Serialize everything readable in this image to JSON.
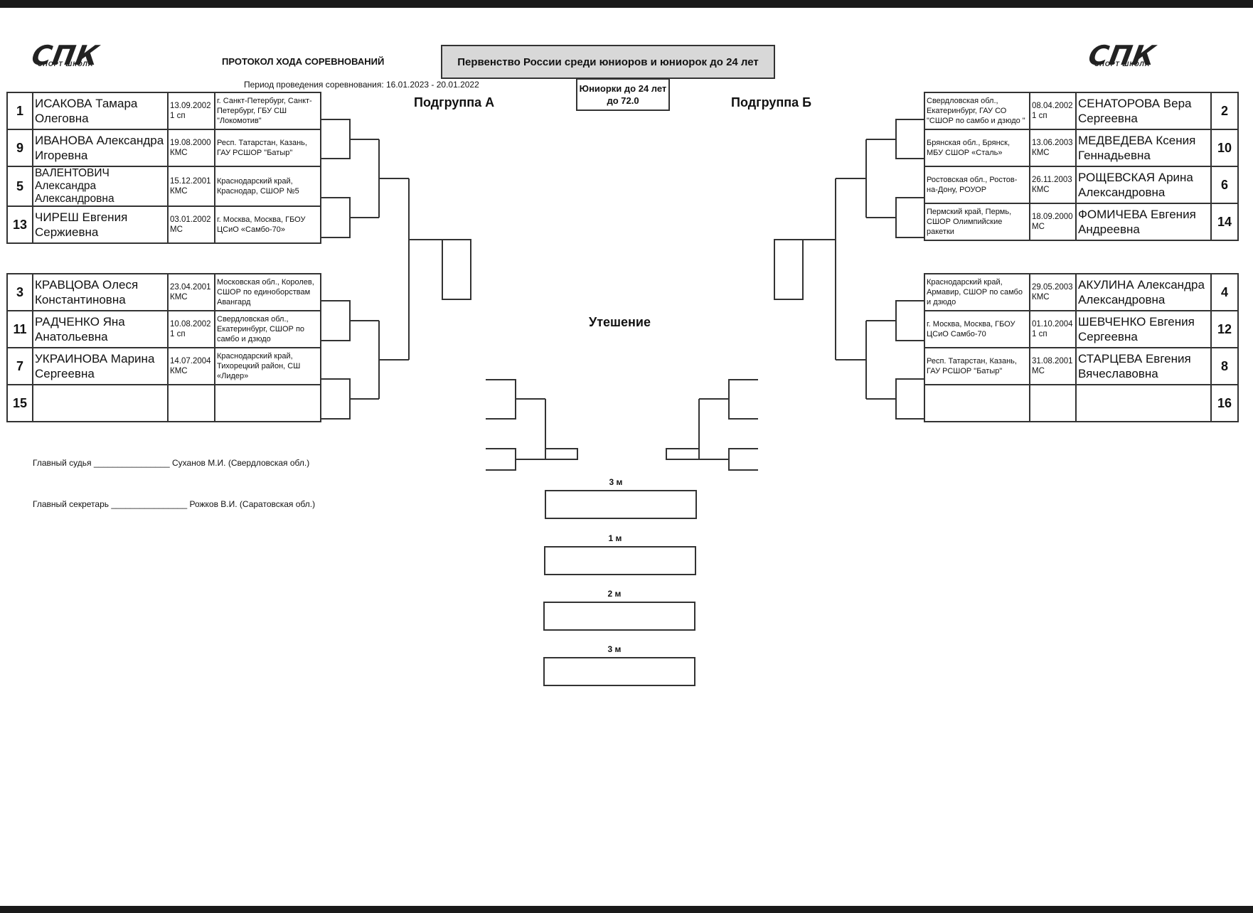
{
  "header": {
    "logo_text": "СПК",
    "logo_sub": "СПОРТ ШКОЛА",
    "protocol": "ПРОТОКОЛ ХОДА СОРЕВНОВАНИЙ",
    "title": "Первенство России среди юниоров и юниорок до 24 лет",
    "period": "Период проведения соревнования: 16.01.2023 - 20.01.2022",
    "category": "Юниорки до 24 лет до 72.0"
  },
  "subgroup_a": "Подгруппа А",
  "subgroup_b": "Подгруппа Б",
  "consolation": "Утешение",
  "group_a": [
    {
      "num": "1",
      "name": "ИСАКОВА Тамара Олеговна",
      "date": "13.09.2002",
      "rank": "1 сп",
      "club": "г. Санкт-Петербург, Санкт-Петербург, ГБУ СШ \"Локомотив\""
    },
    {
      "num": "9",
      "name": "ИВАНОВА Александра Игоревна",
      "date": "19.08.2000",
      "rank": "КМС",
      "club": "Респ. Татарстан, Казань, ГАУ РСШОР \"Батыр\""
    },
    {
      "num": "5",
      "name": "ВАЛЕНТОВИЧ Александра Александровна",
      "date": "15.12.2001",
      "rank": "КМС",
      "club": "Краснодарский край, Краснодар, СШОР №5"
    },
    {
      "num": "13",
      "name": "ЧИРЕШ Евгения Сержиевна",
      "date": "03.01.2002",
      "rank": "МС",
      "club": "г. Москва, Москва, ГБОУ ЦСиО «Самбо-70»"
    },
    {
      "num": "3",
      "name": "КРАВЦОВА Олеся Константиновна",
      "date": "23.04.2001",
      "rank": "КМС",
      "club": "Московская обл., Королев, СШОР по единоборствам Авангард"
    },
    {
      "num": "11",
      "name": "РАДЧЕНКО Яна Анатольевна",
      "date": "10.08.2002",
      "rank": "1 сп",
      "club": "Свердловская обл., Екатеринбург, СШОР по самбо и дзюдо"
    },
    {
      "num": "7",
      "name": "УКРАИНОВА Марина Сергеевна",
      "date": "14.07.2004",
      "rank": "КМС",
      "club": "Краснодарский край, Тихорецкий район, СШ «Лидер»"
    },
    {
      "num": "15",
      "name": "",
      "date": "",
      "rank": "",
      "club": ""
    }
  ],
  "group_b": [
    {
      "num": "2",
      "name": "СЕНАТОРОВА Вера Сергеевна",
      "date": "08.04.2002",
      "rank": "1 сп",
      "club": "Свердловская обл., Екатеринбург, ГАУ СО \"СШОР по самбо и дзюдо \""
    },
    {
      "num": "10",
      "name": "МЕДВЕДЕВА Ксения Геннадьевна",
      "date": "13.06.2003",
      "rank": "КМС",
      "club": "Брянская обл., Брянск, МБУ СШОР «Сталь»"
    },
    {
      "num": "6",
      "name": "РОЩЕВСКАЯ Арина Александровна",
      "date": "26.11.2003",
      "rank": "КМС",
      "club": "Ростовская обл., Ростов-на-Дону, РОУОР"
    },
    {
      "num": "14",
      "name": "ФОМИЧЕВА Евгения Андреевна",
      "date": "18.09.2000",
      "rank": "МС",
      "club": "Пермский край, Пермь, СШОР Олимпийские ракетки"
    },
    {
      "num": "4",
      "name": "АКУЛИНА Александра Александровна",
      "date": "29.05.2003",
      "rank": "КМС",
      "club": "Краснодарский край, Армавир, СШОР по самбо и дзюдо"
    },
    {
      "num": "12",
      "name": "ШЕВЧЕНКО Евгения Сергеевна",
      "date": "01.10.2004",
      "rank": "1 сп",
      "club": "г. Москва, Москва, ГБОУ ЦСиО Самбо-70"
    },
    {
      "num": "8",
      "name": "СТАРЦЕВА Евгения Вячеславовна",
      "date": "31.08.2001",
      "rank": "МС",
      "club": "Респ. Татарстан, Казань, ГАУ РСШОР \"Батыр\""
    },
    {
      "num": "16",
      "name": "",
      "date": "",
      "rank": "",
      "club": ""
    }
  ],
  "officials": {
    "judge_label": "Главный судья",
    "judge_line": "________________",
    "judge_name": "Суханов  М.И. (Свердловская обл.)",
    "secretary_label": "Главный секретарь",
    "secretary_line": "________________",
    "secretary_name": "Рожков В.И. (Саратовская обл.)"
  },
  "places": [
    {
      "label": "3 м"
    },
    {
      "label": "1 м"
    },
    {
      "label": "2 м"
    },
    {
      "label": "3 м"
    }
  ]
}
